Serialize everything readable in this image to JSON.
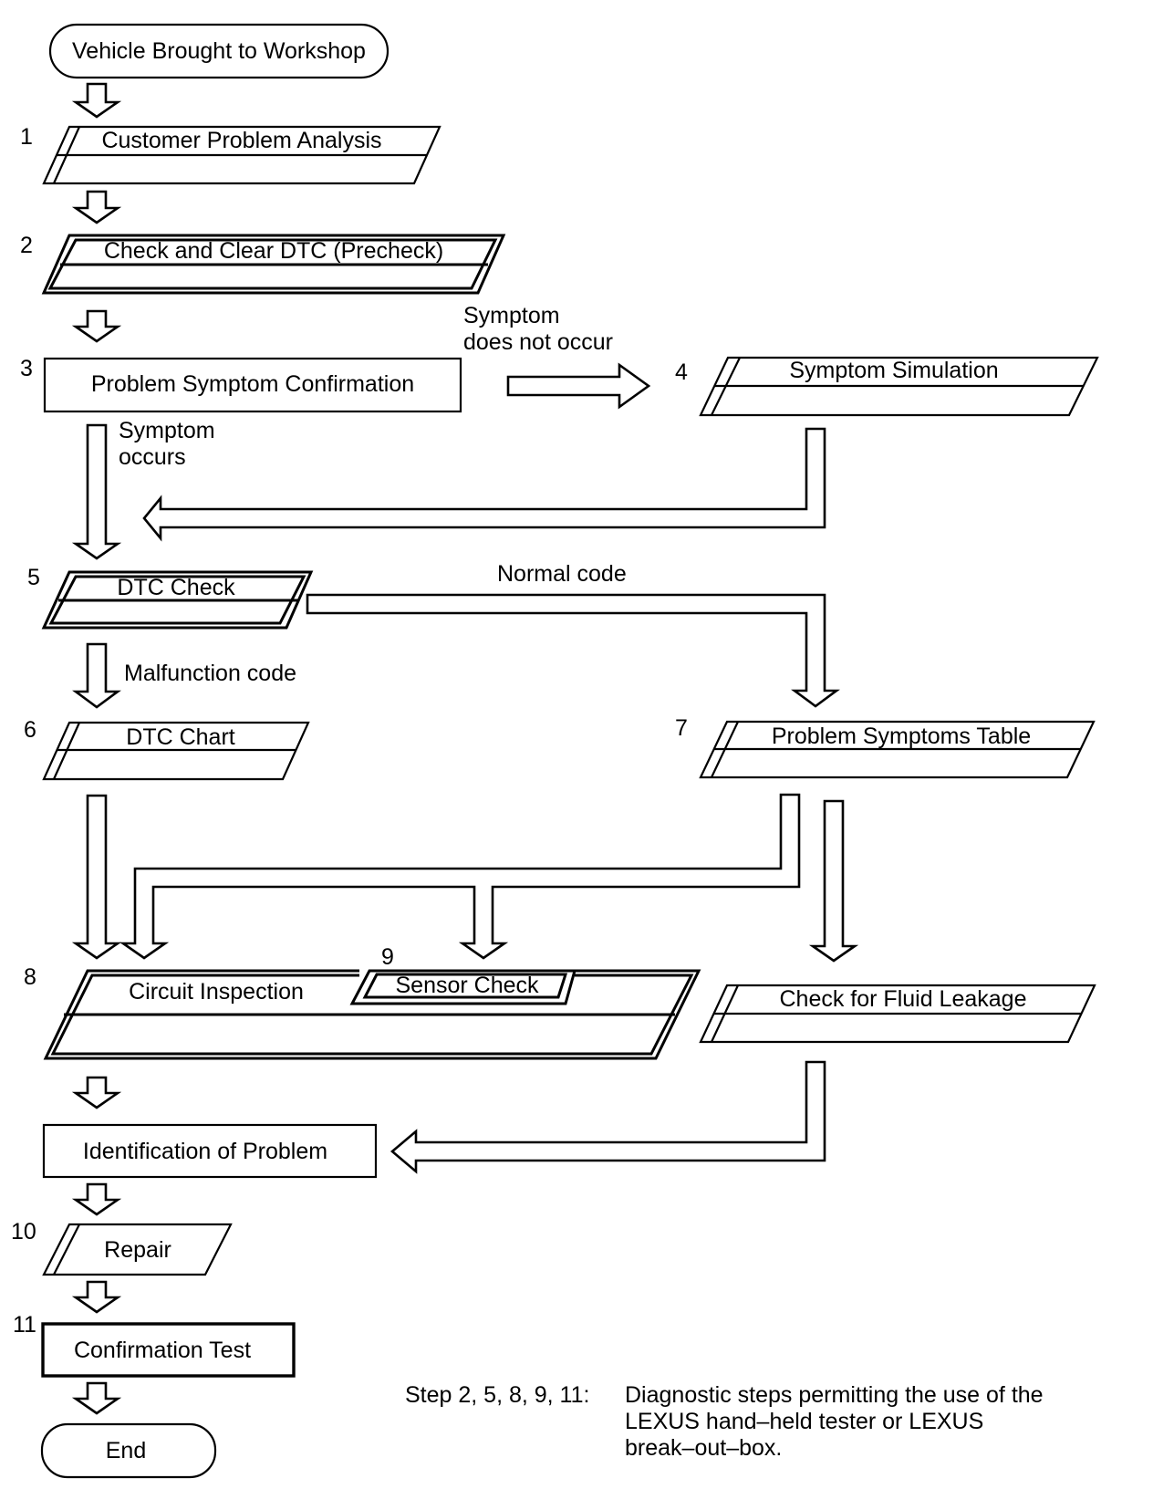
{
  "diagram": {
    "start": "Vehicle Brought to Workshop",
    "steps": {
      "s1": {
        "num": "1",
        "label": "Customer Problem Analysis"
      },
      "s2": {
        "num": "2",
        "label": "Check and Clear DTC (Precheck)"
      },
      "s3": {
        "num": "3",
        "label": "Problem Symptom Confirmation"
      },
      "s4": {
        "num": "4",
        "label": "Symptom Simulation"
      },
      "s5": {
        "num": "5",
        "label": "DTC Check"
      },
      "s6": {
        "num": "6",
        "label": "DTC Chart"
      },
      "s7": {
        "num": "7",
        "label": "Problem Symptoms Table"
      },
      "s8": {
        "num": "8",
        "label": "Circuit Inspection"
      },
      "s9": {
        "num": "9",
        "label": "Sensor Check"
      },
      "fluid": {
        "label": "Check for Fluid Leakage"
      },
      "ident": {
        "label": "Identification of Problem"
      },
      "s10": {
        "num": "10",
        "label": "Repair"
      },
      "s11": {
        "num": "11",
        "label": "Confirmation Test"
      }
    },
    "end": "End",
    "branches": {
      "not_occur_1": "Symptom",
      "not_occur_2": "does not occur",
      "occurs_1": "Symptom",
      "occurs_2": "occurs",
      "normal": "Normal code",
      "malfunction": "Malfunction code"
    },
    "note": {
      "prefix": "Step 2, 5, 8, 9, 11:",
      "line1": "Diagnostic steps permitting the use of the",
      "line2": "LEXUS hand–held tester or LEXUS",
      "line3": "break–out–box."
    }
  }
}
